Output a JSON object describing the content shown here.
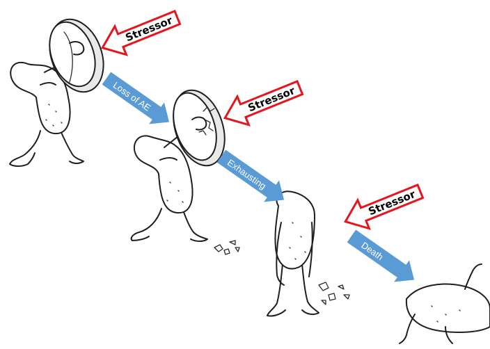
{
  "stressor_label": "Stressor",
  "stages": [
    {
      "label": "Loss of AE"
    },
    {
      "label": "Exhausting"
    },
    {
      "label": "Death"
    }
  ],
  "colors": {
    "stressor_border": "#e8141b",
    "stressor_fill": "#ffffff",
    "stage_arrow_fill": "#5b9bd5",
    "stage_text": "#ffffff",
    "ink": "#1f1f1f"
  }
}
